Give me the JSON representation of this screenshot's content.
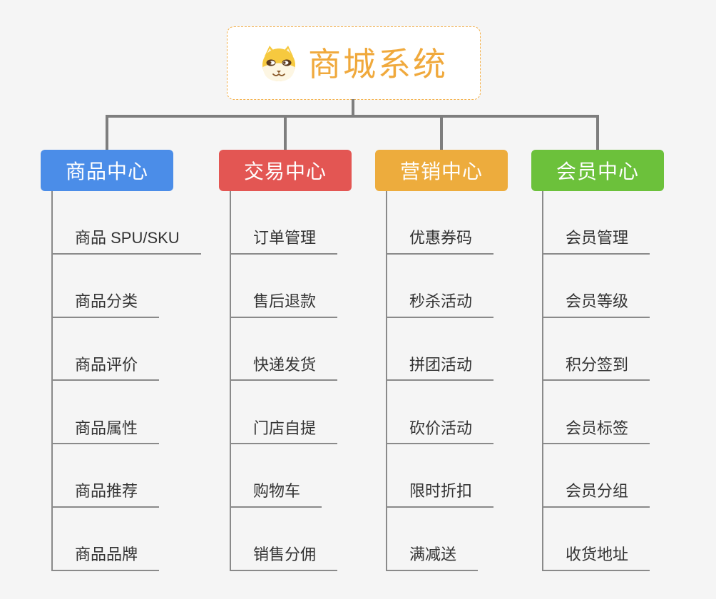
{
  "root": {
    "title": "商城系统",
    "icon": "dog-mascot"
  },
  "colors": {
    "background": "#F5F5F5",
    "root_border": "#F3B04A",
    "root_text": "#F0A93C",
    "connector_line": "#7E7E7E",
    "leaf_line": "#8A8A8A",
    "leaf_text": "#333333"
  },
  "branches": [
    {
      "label": "商品中心",
      "color": "#4B8DE8",
      "items": [
        "商品 SPU/SKU",
        "商品分类",
        "商品评价",
        "商品属性",
        "商品推荐",
        "商品品牌"
      ]
    },
    {
      "label": "交易中心",
      "color": "#E35653",
      "items": [
        "订单管理",
        "售后退款",
        "快递发货",
        "门店自提",
        "购物车",
        "销售分佣"
      ]
    },
    {
      "label": "营销中心",
      "color": "#EDAC3D",
      "items": [
        "优惠券码",
        "秒杀活动",
        "拼团活动",
        "砍价活动",
        "限时折扣",
        "满减送"
      ]
    },
    {
      "label": "会员中心",
      "color": "#6CC13B",
      "items": [
        "会员管理",
        "会员等级",
        "积分签到",
        "会员标签",
        "会员分组",
        "收货地址"
      ]
    }
  ]
}
